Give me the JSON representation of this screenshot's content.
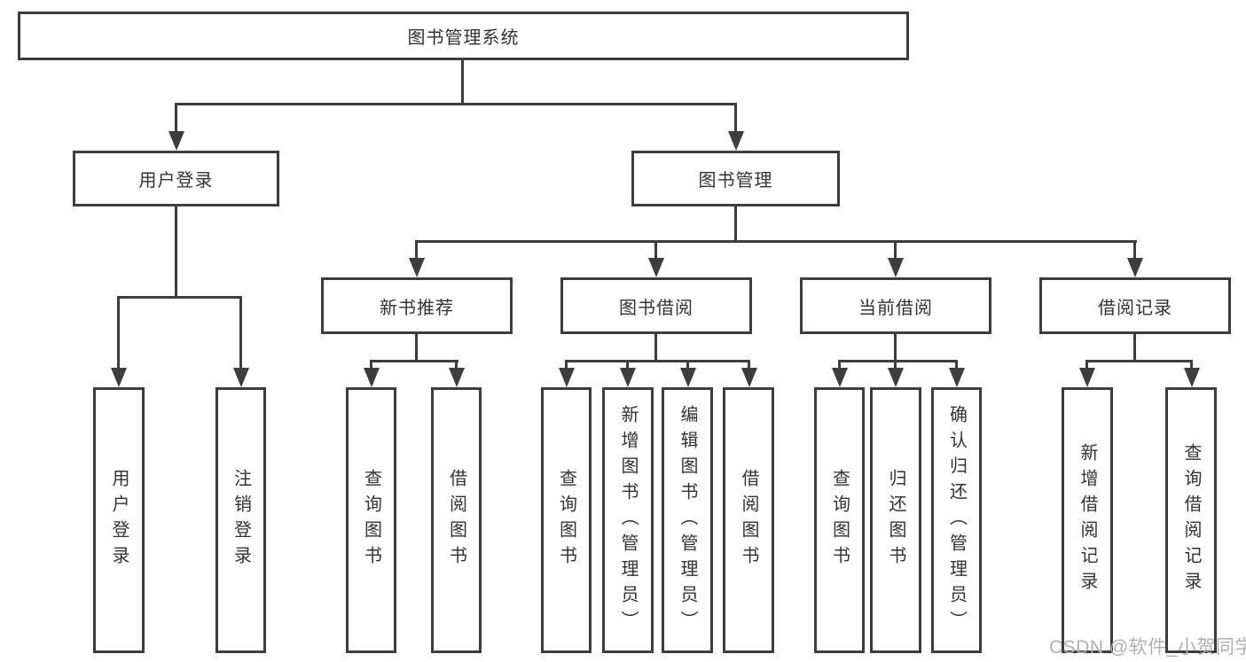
{
  "diagram": {
    "root": {
      "label": "图书管理系统"
    },
    "branches": [
      {
        "label": "用户登录",
        "children": [
          {
            "label": "用户登录"
          },
          {
            "label": "注销登录"
          }
        ]
      },
      {
        "label": "图书管理",
        "children": [
          {
            "label": "新书推荐",
            "children": [
              {
                "label": "查询图书"
              },
              {
                "label": "借阅图书"
              }
            ]
          },
          {
            "label": "图书借阅",
            "children": [
              {
                "label": "查询图书"
              },
              {
                "label": "新增图书（管理员）"
              },
              {
                "label": "编辑图书（管理员）"
              },
              {
                "label": "借阅图书"
              }
            ]
          },
          {
            "label": "当前借阅",
            "children": [
              {
                "label": "查询图书"
              },
              {
                "label": "归还图书"
              },
              {
                "label": "确认归还（管理员）"
              }
            ]
          },
          {
            "label": "借阅记录",
            "children": [
              {
                "label": "新增借阅记录"
              },
              {
                "label": "查询借阅记录"
              }
            ]
          }
        ]
      }
    ]
  },
  "watermark": {
    "text": "CSDN @软件_小贺同学"
  },
  "colors": {
    "line": "#3d3d3d",
    "text": "#333333",
    "background": "#ffffff",
    "watermark": "#b0b0b0"
  }
}
